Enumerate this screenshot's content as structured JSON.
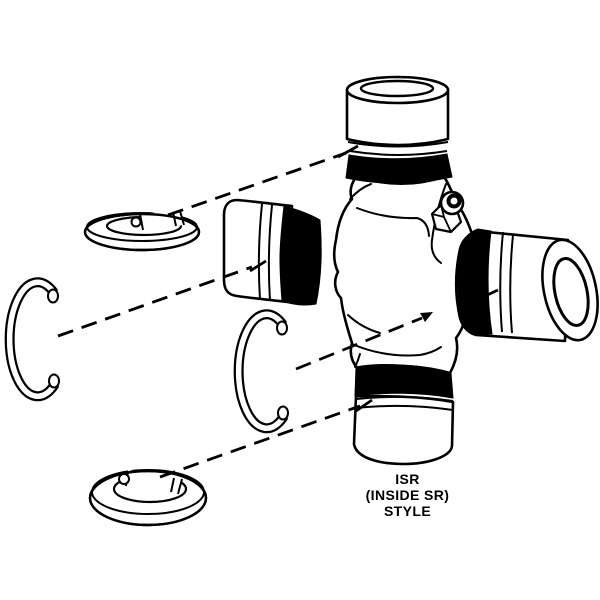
{
  "diagram": {
    "label": {
      "line1": "ISR",
      "line2": "(INSIDE SR)",
      "line3": "STYLE"
    },
    "colors": {
      "line": "#000000",
      "background": "#ffffff",
      "seal_band": "#000000"
    },
    "parts": [
      "u-joint-body",
      "top-bearing-cup",
      "left-bearing-cup",
      "right-bearing-cup",
      "bottom-bearing-cup",
      "grease-fitting",
      "snap-ring-flat-top",
      "snap-ring-c-left",
      "snap-ring-c-middle",
      "snap-ring-flat-bottom",
      "leader-line-top",
      "leader-line-left",
      "leader-line-middle",
      "leader-line-bottom"
    ]
  }
}
